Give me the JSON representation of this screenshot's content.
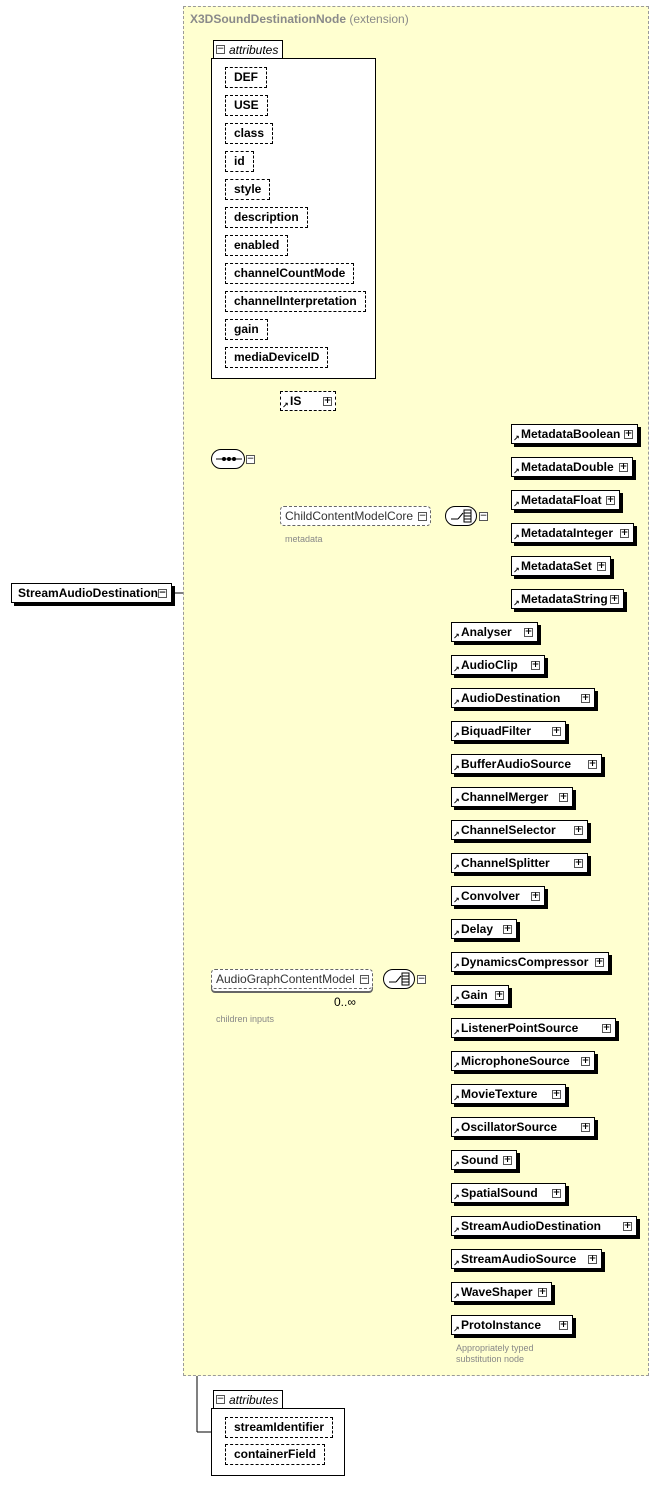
{
  "extension": {
    "name": "X3DSoundDestinationNode",
    "suffix": "(extension)"
  },
  "root": {
    "label": "StreamAudioDestination"
  },
  "attributes_top": {
    "header": "attributes",
    "items": [
      "DEF",
      "USE",
      "class",
      "id",
      "style",
      "description",
      "enabled",
      "channelCountMode",
      "channelInterpretation",
      "gain",
      "mediaDeviceID"
    ]
  },
  "is_node": {
    "label": "IS"
  },
  "child_core": {
    "label": "ChildContentModelCore",
    "note": "metadata"
  },
  "metadata_items": [
    "MetadataBoolean",
    "MetadataDouble",
    "MetadataFloat",
    "MetadataInteger",
    "MetadataSet",
    "MetadataString"
  ],
  "audio_graph": {
    "label": "AudioGraphContentModel",
    "cardinality": "0..∞",
    "note": "children inputs"
  },
  "audio_items": [
    "Analyser",
    "AudioClip",
    "AudioDestination",
    "BiquadFilter",
    "BufferAudioSource",
    "ChannelMerger",
    "ChannelSelector",
    "ChannelSplitter",
    "Convolver",
    "Delay",
    "DynamicsCompressor",
    "Gain",
    "ListenerPointSource",
    "MicrophoneSource",
    "MovieTexture",
    "OscillatorSource",
    "Sound",
    "SpatialSound",
    "StreamAudioDestination",
    "StreamAudioSource",
    "WaveShaper",
    "ProtoInstance"
  ],
  "proto_note": [
    "Appropriately typed",
    "substitution node"
  ],
  "attributes_bottom": {
    "header": "attributes",
    "items": [
      "streamIdentifier",
      "containerField"
    ]
  },
  "icons": {
    "expand": "expand-plus-icon",
    "collapse": "collapse-minus-icon",
    "sequence": "sequence-compositor-icon",
    "choice": "choice-compositor-icon",
    "reference": "reference-arrow-icon"
  }
}
